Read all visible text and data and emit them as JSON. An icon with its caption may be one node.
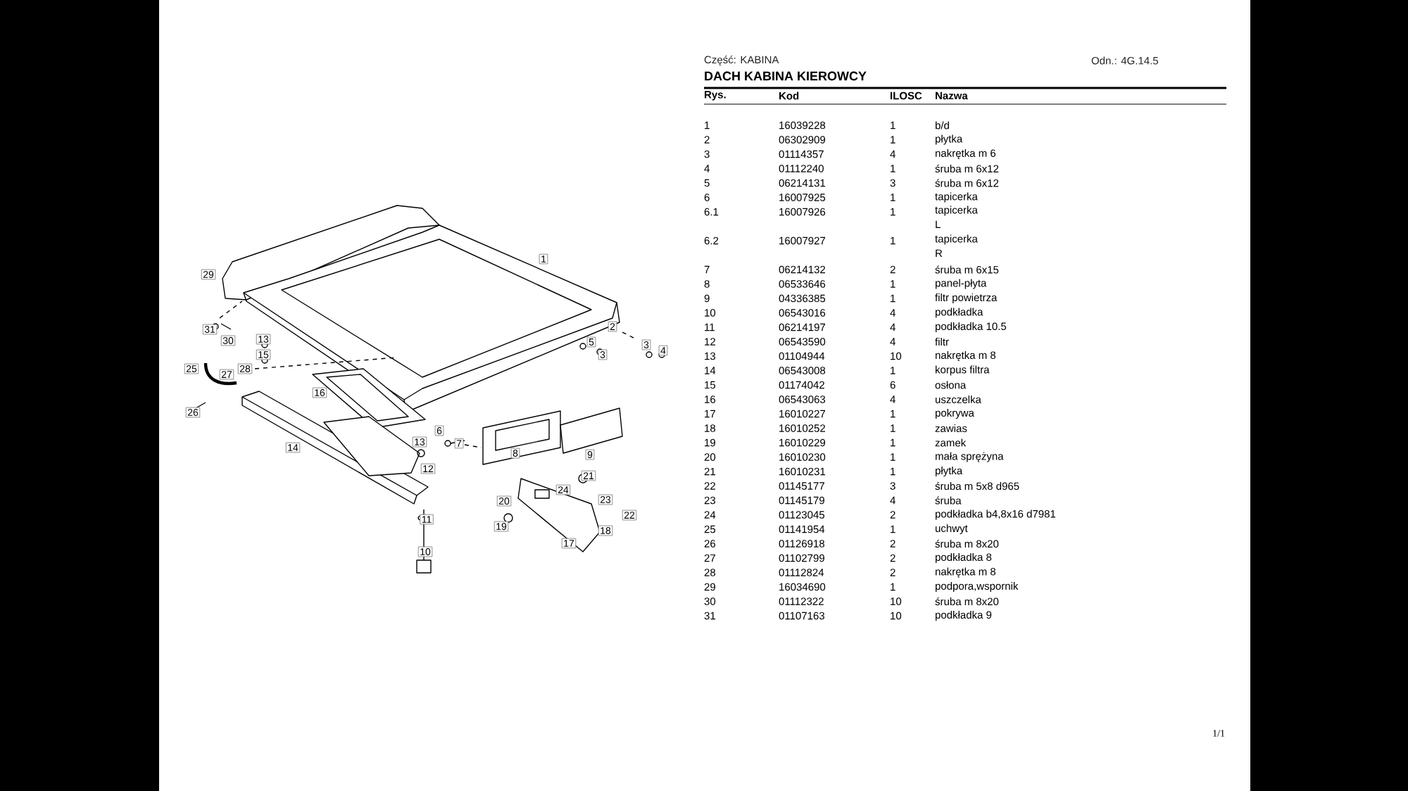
{
  "diagram": {
    "title": "DACH KABINA KIEROWCY",
    "labels": [
      "Część: KABINA",
      "Odn.: 4G.14.5",
      "Rys.",
      "Kod",
      "ILOSC",
      "Nazwa",
      "1",
      "16039228",
      "1",
      "b/d",
      "2",
      "06302909",
      "1",
      "płytka",
      "3",
      "01114357",
      "4",
      "nakrętka m 6",
      "4",
      "01112240",
      "1",
      "śruba m 6x12",
      "5",
      "06214131",
      "3",
      "śruba m 6x12",
      "6",
      "16007925",
      "1",
      "tapicerka",
      "6.1",
      "16007926",
      "1",
      "tapicerka L",
      "6.2",
      "16007927",
      "1",
      "tapicerka R",
      "7",
      "06214132",
      "2",
      "śruba m 6x15",
      "8",
      "06533646",
      "1",
      "panel-płyta",
      "9",
      "04336385",
      "1",
      "filtr powietrza",
      "10",
      "06543016",
      "4",
      "podkładka",
      "11",
      "06214197",
      "4",
      "podkładka 10.5",
      "12",
      "06543590",
      "4",
      "filtr",
      "13",
      "01104944",
      "10",
      "nakrętka m 8",
      "14",
      "06543008",
      "1",
      "korpus filtra",
      "15",
      "01174042",
      "6",
      "osłona",
      "16",
      "06543063",
      "4",
      "uszczelka",
      "17",
      "16010227",
      "1",
      "pokrywa",
      "18",
      "16010252",
      "1",
      "zawias",
      "19",
      "16010229",
      "1",
      "zamek",
      "20",
      "16010230",
      "1",
      "mała sprężyna",
      "21",
      "16010231",
      "1",
      "płytka",
      "22",
      "01145177",
      "3",
      "śruba m 5x8 d965",
      "23",
      "01145179",
      "4",
      "śruba",
      "24",
      "01123045",
      "2",
      "podkładka b4,8x16 d7981",
      "25",
      "01141954",
      "1",
      "uchwyt",
      "26",
      "01126918",
      "2",
      "śruba m 8x20",
      "27",
      "01102799",
      "2",
      "podkładka 8",
      "28",
      "01112824",
      "2",
      "nakrętka m 8",
      "29",
      "16034690",
      "1",
      "podpora,wspornik",
      "30",
      "01112322",
      "10",
      "śruba m 8x20",
      "31",
      "01107163",
      "10",
      "podkładka 9",
      "1",
      "29",
      "2",
      "31",
      "30",
      "13",
      "5",
      "3",
      "4",
      "15",
      "3",
      "25",
      "28",
      "27",
      "26",
      "16",
      "6",
      "7",
      "14",
      "13",
      "8",
      "9",
      "12",
      "21",
      "24",
      "20",
      "23",
      "11",
      "22",
      "19",
      "18",
      "17",
      "10",
      "1/1"
    ]
  }
}
